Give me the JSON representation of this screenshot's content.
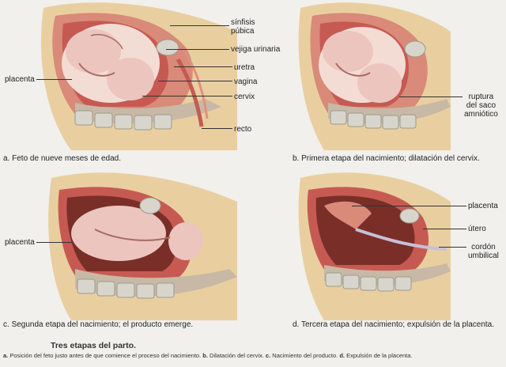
{
  "panels": [
    {
      "id": "a",
      "letter": "a.",
      "caption": "Feto de nueve meses de edad."
    },
    {
      "id": "b",
      "letter": "b.",
      "caption": "Primera etapa del nacimiento; dilatación del cervix."
    },
    {
      "id": "c",
      "letter": "c.",
      "caption": "Segunda etapa del nacimiento; el producto emerge."
    },
    {
      "id": "d",
      "letter": "d.",
      "caption": "Tercera etapa del nacimiento; expulsión de la placenta."
    }
  ],
  "labels": {
    "a": {
      "sinfisis_1": "sínfisis",
      "sinfisis_2": "púbica",
      "vejiga": "vejiga urinaria",
      "uretra": "uretra",
      "vagina": "vagina",
      "cervix": "cervix",
      "recto": "recto",
      "placenta": "placenta"
    },
    "b": {
      "ruptura_1": "ruptura",
      "ruptura_2": "del saco",
      "ruptura_3": "amniótico"
    },
    "c": {
      "placenta": "placenta"
    },
    "d": {
      "placenta": "placenta",
      "utero": "útero",
      "cordon_1": "cordón",
      "cordon_2": "umbilical"
    }
  },
  "figure": {
    "title": "Tres etapas del parto.",
    "desc_a_letter": "a.",
    "desc_a": "Posición del feto justo antes de que comience el proceso del nacimiento.",
    "desc_b_letter": "b.",
    "desc_b": "Dilatación del cervix.",
    "desc_c_letter": "c.",
    "desc_c": "Nacimiento del producto.",
    "desc_d_letter": "d.",
    "desc_d": "Expulsión de la placenta."
  },
  "colors": {
    "skin": "#e9cfa0",
    "tissue": "#d98a78",
    "uterus_wall": "#c65a52",
    "fetus": "#ecc5bf",
    "bone": "#d8d6cc",
    "interior": "#7a2e28"
  }
}
